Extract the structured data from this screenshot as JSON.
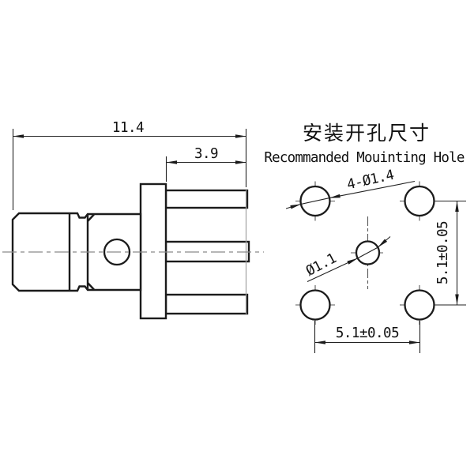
{
  "drawing": {
    "title_cn": "安装开孔尺寸",
    "title_en": "Recommanded Mouinting Hole",
    "side_view": {
      "total_length": "11.4",
      "tail_length": "3.9"
    },
    "mounting_hole_view": {
      "corner_holes_label": "4-Ø1.4",
      "center_hole_label": "Ø1.1",
      "vertical_pitch": "5.1±0.05",
      "horizontal_pitch": "5.1±0.05"
    },
    "colors": {
      "background": "#ffffff",
      "outline": "#1b1b1b",
      "thin_line": "#222222",
      "centerline": "#8a8a8a",
      "crosshair": "#5a5a5a",
      "hidden_edge": "#a0a0a0"
    }
  }
}
